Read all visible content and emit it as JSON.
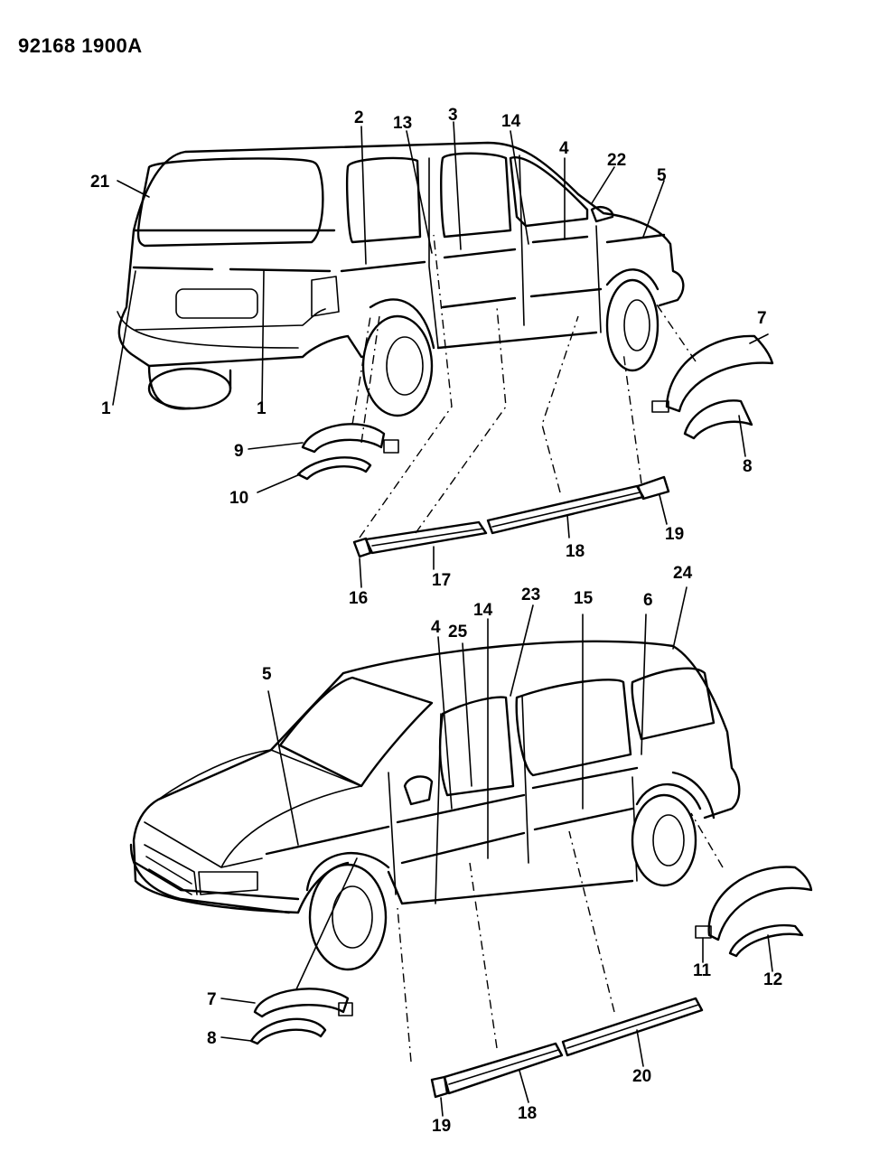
{
  "diagram_code": "92168 1900A",
  "callouts": {
    "c1a": "1",
    "c1b": "1",
    "c2": "2",
    "c3": "3",
    "c4a": "4",
    "c4b": "4",
    "c5a": "5",
    "c5b": "5",
    "c6": "6",
    "c7a": "7",
    "c7b": "7",
    "c8a": "8",
    "c8b": "8",
    "c9": "9",
    "c10": "10",
    "c11": "11",
    "c12": "12",
    "c13": "13",
    "c14a": "14",
    "c14b": "14",
    "c15": "15",
    "c16": "16",
    "c17": "17",
    "c18a": "18",
    "c18b": "18",
    "c19a": "19",
    "c19b": "19",
    "c20": "20",
    "c21": "21",
    "c22": "22",
    "c23": "23",
    "c24": "24",
    "c25": "25"
  }
}
